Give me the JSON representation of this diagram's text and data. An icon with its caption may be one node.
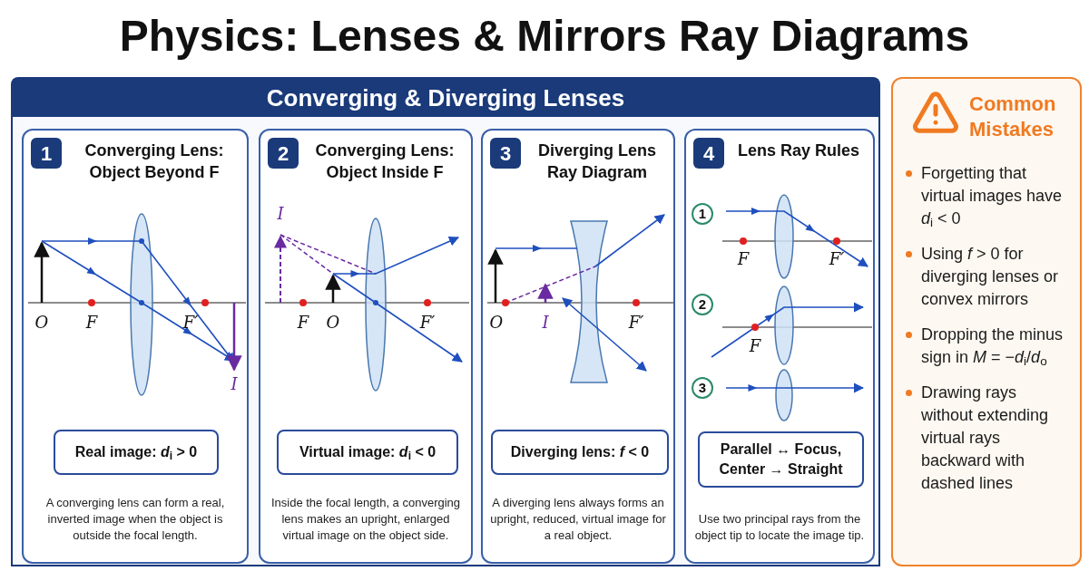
{
  "diagram": {
    "title": "Physics: Lenses & Mirrors Ray Diagrams",
    "nodes": [
      {
        "text": [
          "Converging & Diverging Lenses"
        ]
      },
      {
        "text": [
          "Converging Lens: Object Beyond F",
          "A converging lens can form a real, inverted image when the object is outside the focal length."
        ],
        "in": 0
      },
      {
        "text": [
          "1"
        ],
        "in": 1
      },
      {
        "text": [
          "Real image: *d*$_{i}$ > 0"
        ],
        "in": 1
      },
      {
        "text": [
          "Converging Lens: Object Inside F",
          "Inside the focal length, a converging lens makes an upright, enlarged virtual image on the object side."
        ],
        "in": 0
      },
      {
        "text": [
          "2"
        ],
        "in": 4
      },
      {
        "text": [
          "Virtual image: *d*$_{i}$ < 0"
        ],
        "in": 4
      },
      {
        "text": [
          "Diverging Lens Ray Diagram",
          "A diverging lens always forms an upright, reduced, virtual image for a real object."
        ],
        "in": 0
      },
      {
        "text": [
          "3"
        ],
        "in": 7
      },
      {
        "text": [
          "Diverging lens: *f* < 0"
        ],
        "in": 7
      },
      {
        "text": [
          "Lens Ray Rules",
          "Use two principal rays from the object tip to locate the image tip."
        ],
        "in": 0
      },
      {
        "text": [
          "4"
        ],
        "in": 10
      },
      {
        "text": [
          "1"
        ],
        "in": 10
      },
      {
        "text": [
          "2"
        ],
        "in": 10
      },
      {
        "text": [
          "3"
        ],
        "in": 10
      },
      {
        "text": [
          "Parallel ↔ Focus, Center → Straight"
        ],
        "in": 10
      },
      {
        "text": [
          "Common Mistakes",
          "Forgetting that virtual images have *d*$_{i}$ < 0",
          "Using *f* > 0 for diverging lenses or convex mirrors",
          "Dropping the minus sign in *M* = −*d*$_{i}$/*d*$_{o}$",
          "Drawing rays without extending virtual rays backward with dashed lines"
        ]
      }
    ],
    "labels": [
      "O",
      "F",
      "F′",
      "I",
      "I",
      "F",
      "O",
      "F′",
      "O",
      "I",
      "F′",
      "F",
      "F′",
      "F"
    ]
  }
}
